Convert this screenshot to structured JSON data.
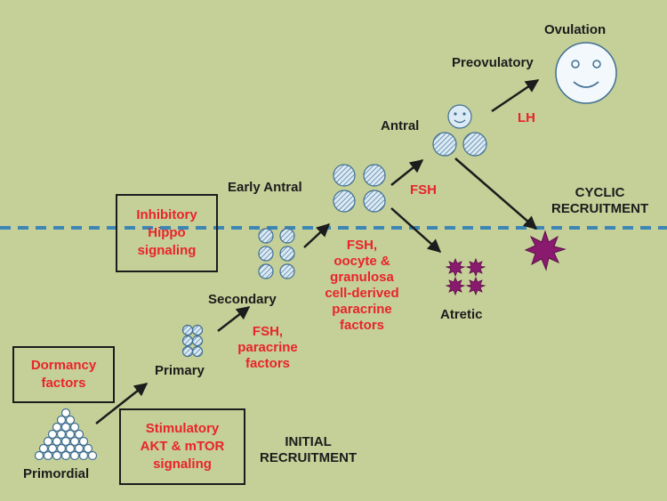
{
  "stages": {
    "ovulation": "Ovulation",
    "preovulatory": "Preovulatory",
    "antral": "Antral",
    "early_antral": "Early Antral",
    "secondary": "Secondary",
    "primary": "Primary",
    "primordial": "Primordial",
    "atretic": "Atretic"
  },
  "factors": {
    "lh": "LH",
    "fsh": "FSH",
    "fsh_oocyte": "FSH,\noocyte &\ngranulosa\ncell-derived\nparacrine\nfactors",
    "fsh_paracrine": "FSH,\nparacrine\nfactors"
  },
  "boxes": {
    "inhibitory": "Inhibitory\nHippo\nsignaling",
    "dormancy": "Dormancy\nfactors",
    "stimulatory": "Stimulatory\nAKT & mTOR\nsignaling"
  },
  "phases": {
    "cyclic": "CYCLIC\nRECRUITMENT",
    "initial": "INITIAL\nRECRUITMENT"
  },
  "colors": {
    "background": "#c5cf98",
    "accent_red": "#e8242a",
    "dashed_line": "#3b86b5",
    "follicle_fill": "#dceaf4",
    "follicle_stroke": "#3f6f93",
    "atretic_fill": "#8a1a6e"
  },
  "icons": [
    "smiley-face-icon",
    "atretic-star-icon",
    "hatched-follicle-icon"
  ]
}
